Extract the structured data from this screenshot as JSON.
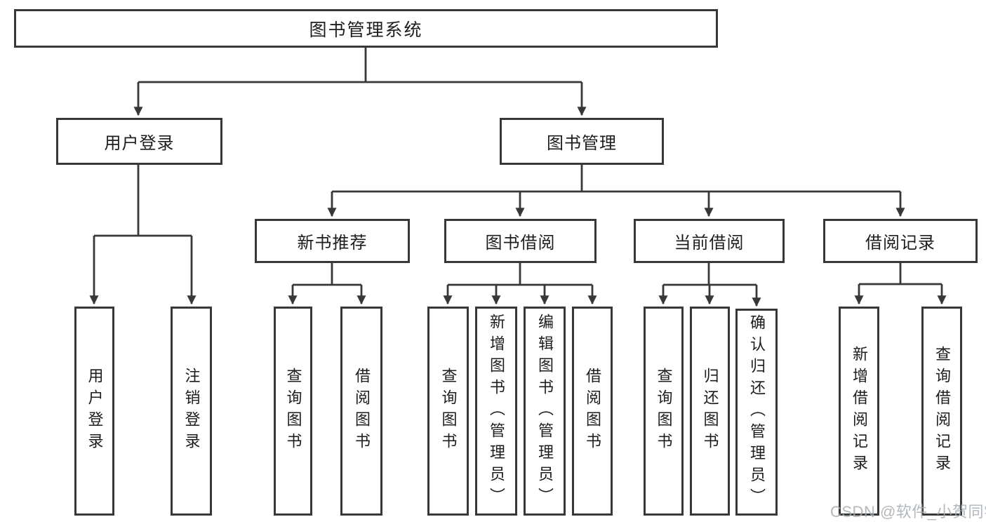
{
  "diagram": {
    "tree": {
      "label": "图书管理系统",
      "children": [
        {
          "label": "用户登录",
          "children": [
            {
              "label": "用户登录"
            },
            {
              "label": "注销登录"
            }
          ]
        },
        {
          "label": "图书管理",
          "children": [
            {
              "label": "新书推荐",
              "children": [
                {
                  "label": "查询图书"
                },
                {
                  "label": "借阅图书"
                }
              ]
            },
            {
              "label": "图书借阅",
              "children": [
                {
                  "label": "查询图书"
                },
                {
                  "label": "新增图书（管理员）"
                },
                {
                  "label": "编辑图书（管理员）"
                },
                {
                  "label": "借阅图书"
                }
              ]
            },
            {
              "label": "当前借阅",
              "children": [
                {
                  "label": "查询图书"
                },
                {
                  "label": "归还图书"
                },
                {
                  "label": "确认归还（管理员）"
                }
              ]
            },
            {
              "label": "借阅记录",
              "children": [
                {
                  "label": "新增借阅记录"
                },
                {
                  "label": "查询借阅记录"
                }
              ]
            }
          ]
        }
      ]
    },
    "watermark": "CSDN @软件_小贺同学",
    "colors": {
      "line": "#383838",
      "box_border": "#383838",
      "text": "#1d1d1d",
      "watermark": "#a6abb0",
      "background": "#ffffff"
    }
  }
}
